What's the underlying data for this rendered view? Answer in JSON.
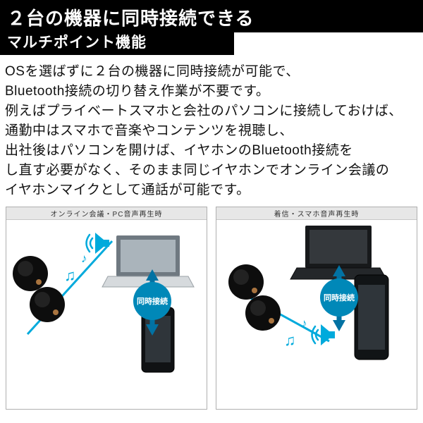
{
  "header": {
    "line1": "２台の機器に同時接続できる",
    "line2": "マルチポイント機能"
  },
  "body": {
    "lines": [
      "OSを選ばずに２台の機器に同時接続が可能で、",
      "Bluetooth接続の切り替え作業が不要です。",
      "例えばプライベートスマホと会社のパソコンに接続しておけば、",
      "通勤中はスマホで音楽やコンテンツを視聴し、",
      "出社後はパソコンを開けば、イヤホンのBluetooth接続を",
      "し直す必要がなく、そのまま同じイヤホンでオンライン会議の",
      "イヤホンマイクとして通話が可能です。"
    ]
  },
  "panels": [
    {
      "caption": "オンライン会議・PC音声再生時",
      "badge": "同時接続"
    },
    {
      "caption": "着信・スマホ音声再生時",
      "badge": "同時接続"
    }
  ],
  "glyphs": {
    "note_beamed": "♫",
    "note_single": "♪"
  },
  "colors": {
    "accent": "#00aadc",
    "badge": "#0088b8",
    "arrow": "#0272a3",
    "header_bg": "#000000",
    "caption_bg": "#e7e7e7"
  }
}
